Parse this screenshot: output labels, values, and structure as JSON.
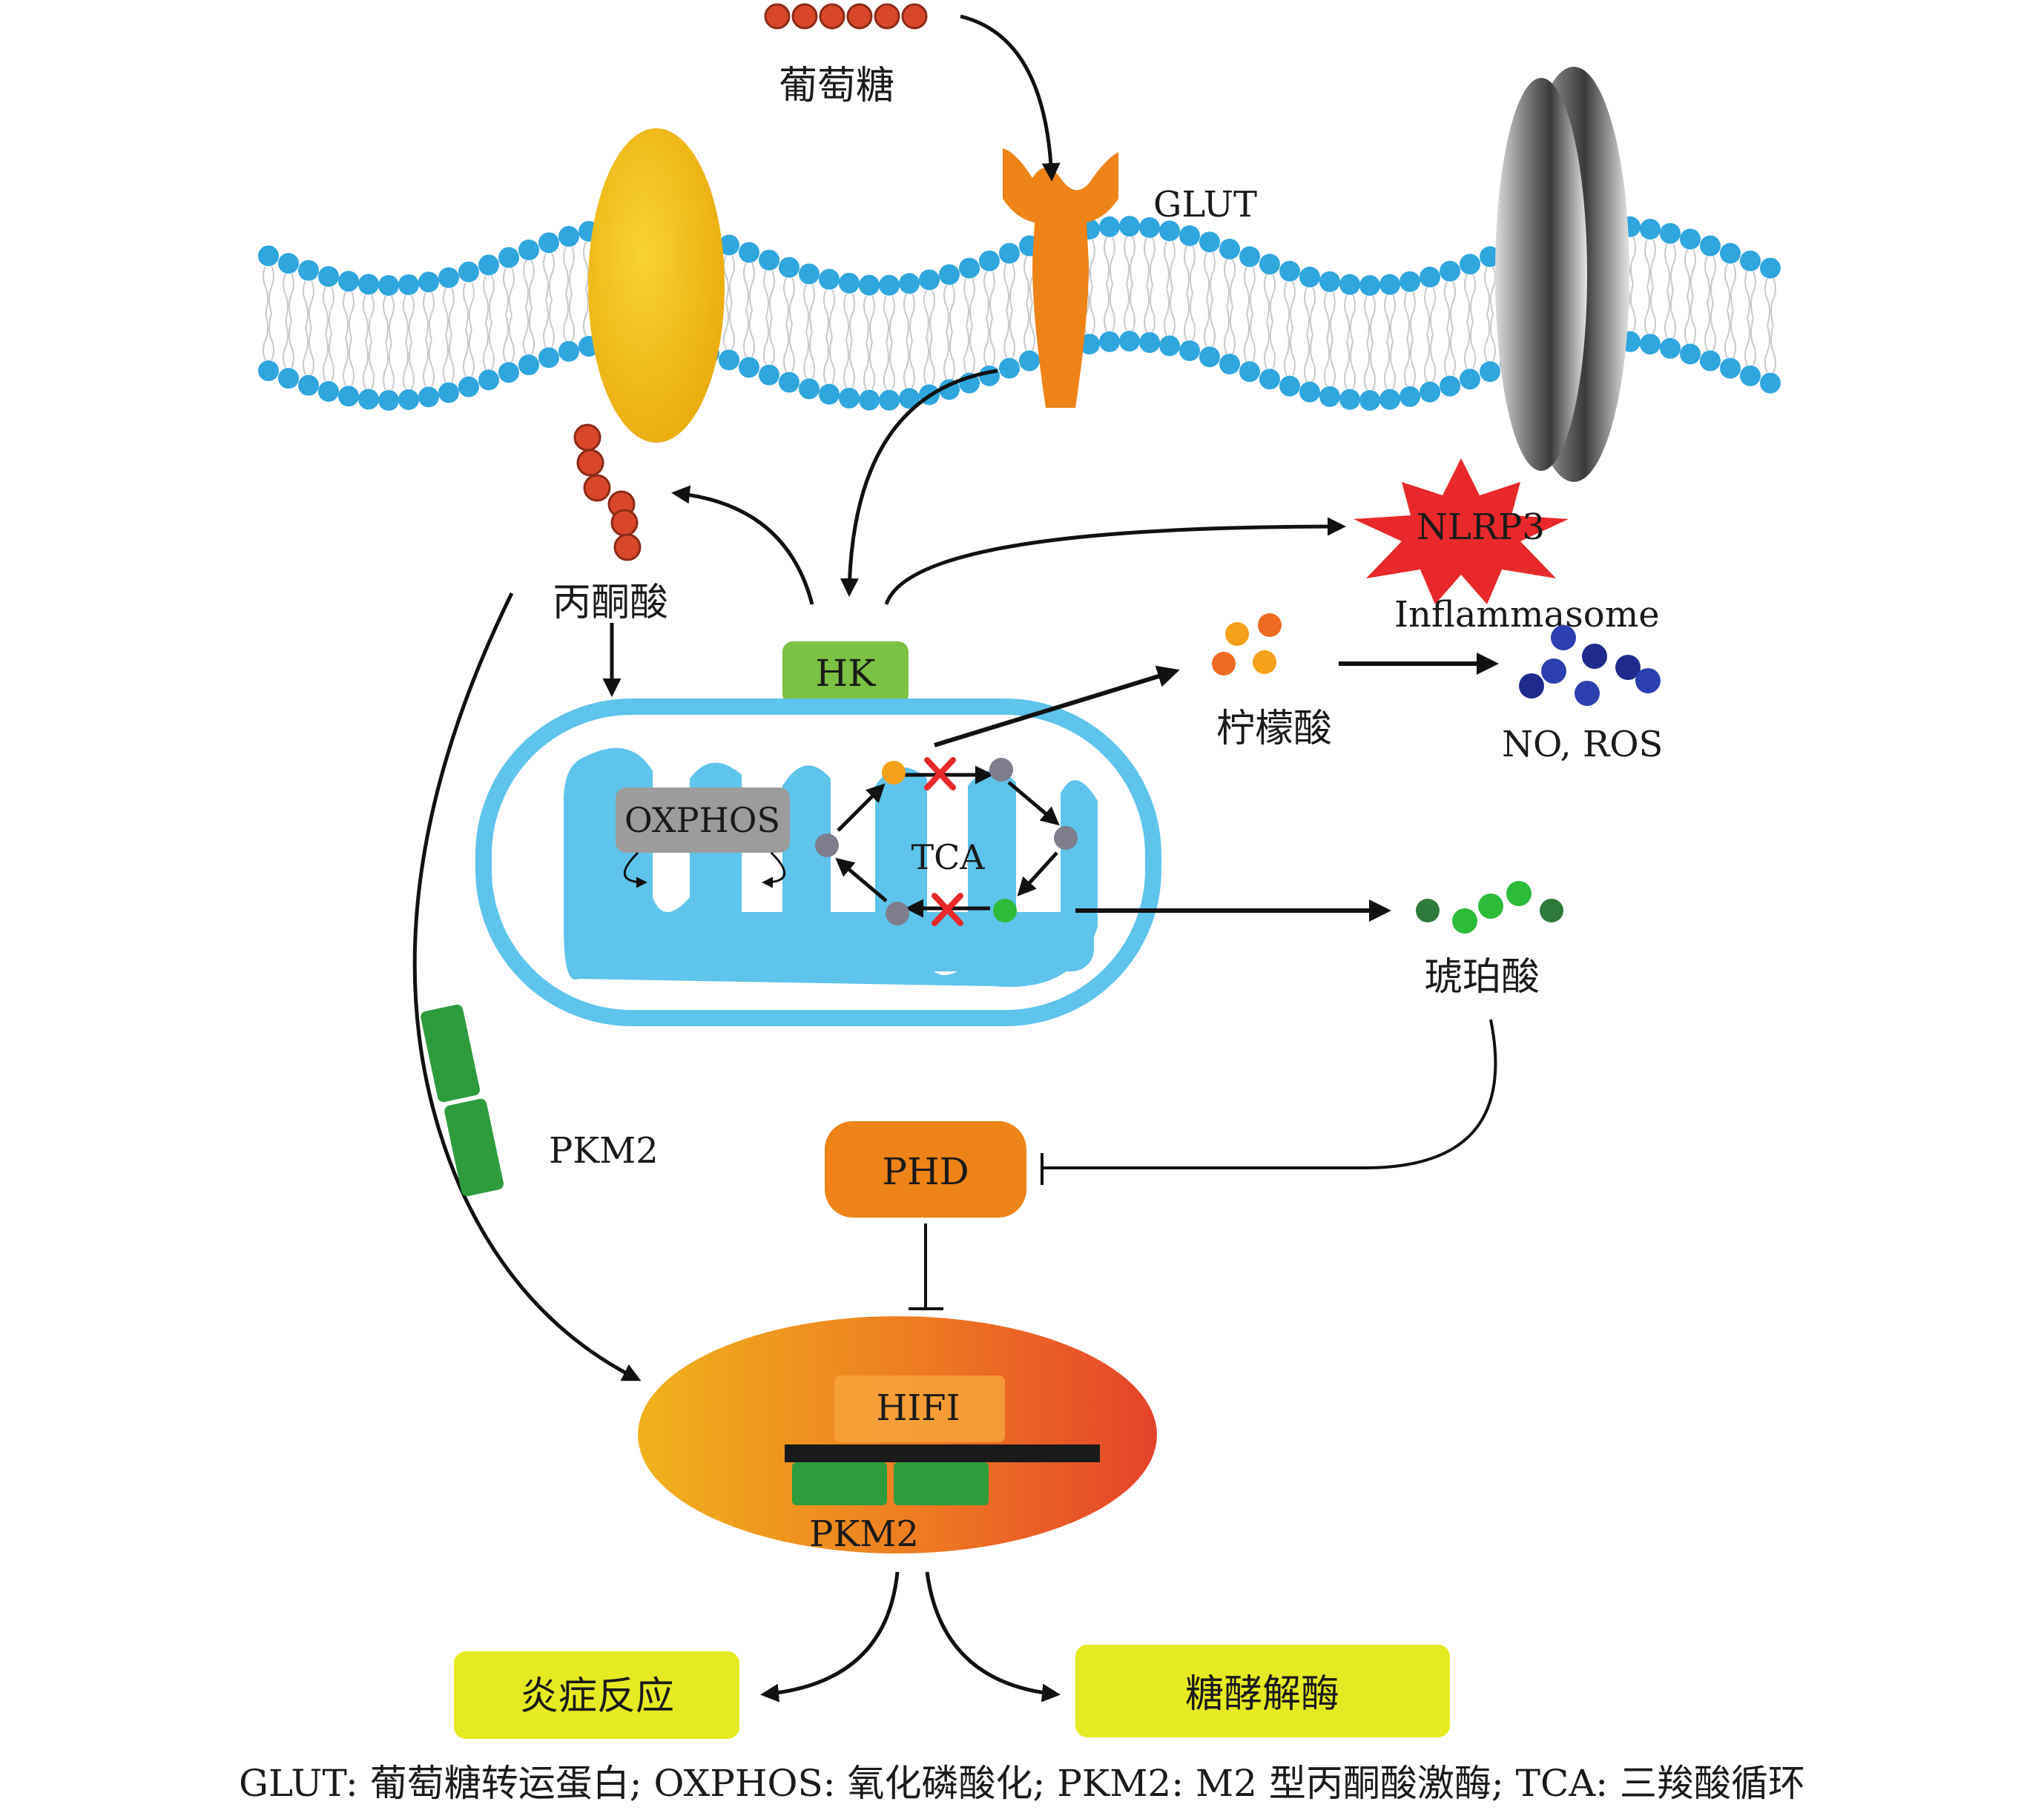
{
  "colors": {
    "membrane_head": "#2FA6DD",
    "glucose_dot": "#D9472B",
    "glut": "#EE8317",
    "channel_yellow": "#F1B80E",
    "mito": "#5EC4EB",
    "hk_box": "#7BC143",
    "oxphos_box": "#9C9C9C",
    "nlrp3": "#E8282A",
    "phd": "#EE8317",
    "pkm2_green": "#2E9C3C",
    "output_box": "#E6EA22"
  },
  "labels": {
    "glucose": "葡萄糖",
    "glut": "GLUT",
    "pyruvate": "丙酮酸",
    "hk": "HK",
    "nlrp3": "NLRP3",
    "inflammasome": "Inflammasome",
    "citrate": "柠檬酸",
    "no_ros": "NO, ROS",
    "oxphos": "OXPHOS",
    "tca": "TCA",
    "succinate": "琥珀酸",
    "pkm2_side": "PKM2",
    "phd": "PHD",
    "hifi": "HIFI",
    "pkm2_nucleus": "PKM2",
    "inflammation": "炎症反应",
    "glycolytic_enzymes": "糖酵解酶"
  },
  "caption": "GLUT: 葡萄糖转运蛋白; OXPHOS: 氧化磷酸化; PKM2: M2 型丙酮酸激酶; TCA: 三羧酸循环"
}
